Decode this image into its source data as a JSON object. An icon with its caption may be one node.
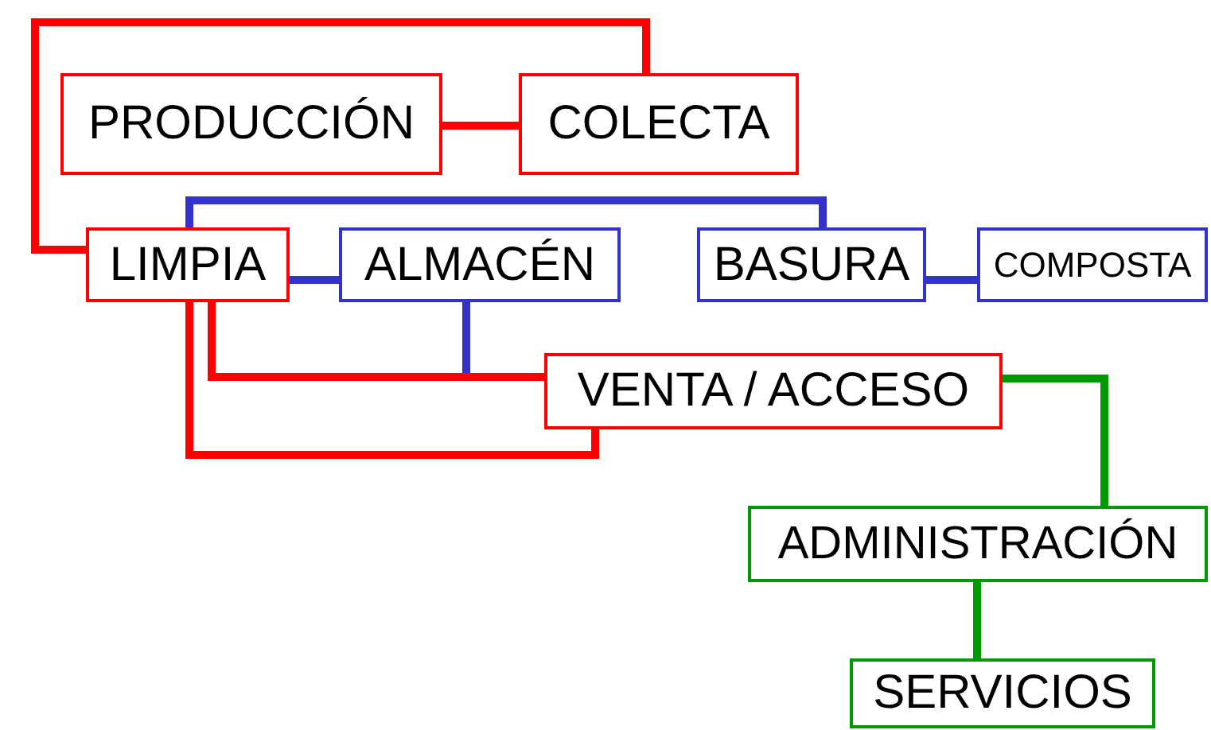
{
  "diagram": {
    "nodes": [
      {
        "text": [
          "PRODUCCIÓN"
        ]
      },
      {
        "text": [
          "COLECTA"
        ]
      },
      {
        "text": [
          "LIMPIA"
        ]
      },
      {
        "text": [
          "ALMACÉN"
        ]
      },
      {
        "text": [
          "BASURA"
        ]
      },
      {
        "text": [
          "COMPOSTA"
        ]
      },
      {
        "text": [
          "VENTA / ACCESO"
        ]
      },
      {
        "text": [
          "ADMINISTRACIÓN"
        ]
      },
      {
        "text": [
          "SERVICIOS"
        ]
      }
    ],
    "edges": [
      {
        "from": 0,
        "to": 1,
        "arrow": "none"
      },
      {
        "from": 1,
        "to": 2,
        "arrow": "none"
      },
      {
        "from": 2,
        "to": 3,
        "arrow": "none",
        "color": "#3333cc"
      },
      {
        "from": 2,
        "to": 4,
        "arrow": "none",
        "color": "#3333cc"
      },
      {
        "from": 4,
        "to": 5,
        "arrow": "none",
        "color": "#3333cc"
      },
      {
        "from": 3,
        "to": 6,
        "arrow": "none",
        "color": "#3333cc"
      },
      {
        "from": 2,
        "to": 6,
        "arrow": "none"
      },
      {
        "from": 2,
        "to": 6,
        "arrow": "none"
      },
      {
        "from": 6,
        "to": 7,
        "arrow": "none",
        "color": "#009900"
      },
      {
        "from": 7,
        "to": 8,
        "arrow": "none",
        "color": "#009900"
      }
    ]
  }
}
